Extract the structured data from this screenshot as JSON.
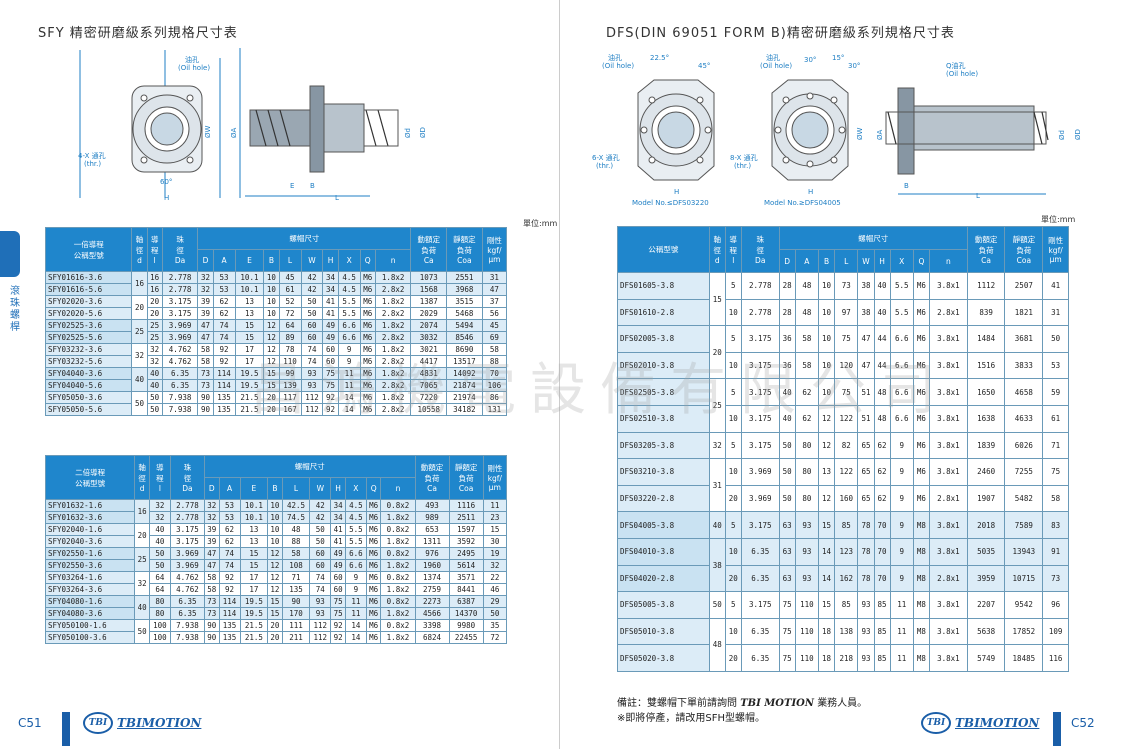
{
  "left": {
    "title": "SFY 精密研磨級系列規格尺寸表",
    "unit": "單位:mm",
    "page_number": "C51",
    "side_label": "滾珠螺桿",
    "drawing_labels": {
      "oil_hole": "油孔",
      "oil_hole_en": "(Oil hole)",
      "holes": "4-X 通孔",
      "holes_en": "(thr.)",
      "angle": "60°",
      "H": "H",
      "D": "D",
      "E": "E",
      "B": "B",
      "L": "L",
      "A": "ØA",
      "W": "ØW",
      "d": "Ød",
      "Dd": "ØD"
    },
    "table1": {
      "headers": [
        "一倍導程\n公稱型號",
        "軸\n徑\nd",
        "導\n程\nl",
        "珠\n徑\nDa",
        "螺帽尺寸",
        "動額定\n負荷\nCa",
        "靜額定\n負荷\nCoa",
        "剛性\nkgf/\nμm"
      ],
      "sub_headers": [
        "D",
        "A",
        "E",
        "B",
        "L",
        "W",
        "H",
        "X",
        "Q",
        "n"
      ],
      "rows": [
        [
          "SFY01616-3.6",
          "16",
          "16",
          "2.778",
          "32",
          "53",
          "10.1",
          "10",
          "45",
          "42",
          "34",
          "4.5",
          "M6",
          "1.8x2",
          "1073",
          "2551",
          "31"
        ],
        [
          "SFY01616-5.6",
          "",
          "16",
          "2.778",
          "32",
          "53",
          "10.1",
          "10",
          "61",
          "42",
          "34",
          "4.5",
          "M6",
          "2.8x2",
          "1568",
          "3968",
          "47"
        ],
        [
          "SFY02020-3.6",
          "20",
          "20",
          "3.175",
          "39",
          "62",
          "13",
          "10",
          "52",
          "50",
          "41",
          "5.5",
          "M6",
          "1.8x2",
          "1387",
          "3515",
          "37"
        ],
        [
          "SFY02020-5.6",
          "",
          "20",
          "3.175",
          "39",
          "62",
          "13",
          "10",
          "72",
          "50",
          "41",
          "5.5",
          "M6",
          "2.8x2",
          "2029",
          "5468",
          "56"
        ],
        [
          "SFY02525-3.6",
          "25",
          "25",
          "3.969",
          "47",
          "74",
          "15",
          "12",
          "64",
          "60",
          "49",
          "6.6",
          "M6",
          "1.8x2",
          "2074",
          "5494",
          "45"
        ],
        [
          "SFY02525-5.6",
          "",
          "25",
          "3.969",
          "47",
          "74",
          "15",
          "12",
          "89",
          "60",
          "49",
          "6.6",
          "M6",
          "2.8x2",
          "3032",
          "8546",
          "69"
        ],
        [
          "SFY03232-3.6",
          "32",
          "32",
          "4.762",
          "58",
          "92",
          "17",
          "12",
          "78",
          "74",
          "60",
          "9",
          "M6",
          "1.8x2",
          "3021",
          "8690",
          "58"
        ],
        [
          "SFY03232-5.6",
          "",
          "32",
          "4.762",
          "58",
          "92",
          "17",
          "12",
          "110",
          "74",
          "60",
          "9",
          "M6",
          "2.8x2",
          "4417",
          "13517",
          "88"
        ],
        [
          "SFY04040-3.6",
          "40",
          "40",
          "6.35",
          "73",
          "114",
          "19.5",
          "15",
          "99",
          "93",
          "75",
          "11",
          "M6",
          "1.8x2",
          "4831",
          "14092",
          "70"
        ],
        [
          "SFY04040-5.6",
          "",
          "40",
          "6.35",
          "73",
          "114",
          "19.5",
          "15",
          "139",
          "93",
          "75",
          "11",
          "M6",
          "2.8x2",
          "7065",
          "21874",
          "106"
        ],
        [
          "SFY05050-3.6",
          "50",
          "50",
          "7.938",
          "90",
          "135",
          "21.5",
          "20",
          "117",
          "112",
          "92",
          "14",
          "M6",
          "1.8x2",
          "7220",
          "21974",
          "86"
        ],
        [
          "SFY05050-5.6",
          "",
          "50",
          "7.938",
          "90",
          "135",
          "21.5",
          "20",
          "167",
          "112",
          "92",
          "14",
          "M6",
          "2.8x2",
          "10558",
          "34182",
          "131"
        ]
      ]
    },
    "table2": {
      "headers": [
        "二倍導程\n公稱型號",
        "軸\n徑\nd",
        "導\n程\nl",
        "珠\n徑\nDa",
        "螺帽尺寸",
        "動額定\n負荷\nCa",
        "靜額定\n負荷\nCoa",
        "剛性\nkgf/\nμm"
      ],
      "sub_headers": [
        "D",
        "A",
        "E",
        "B",
        "L",
        "W",
        "H",
        "X",
        "Q",
        "n"
      ],
      "rows": [
        [
          "SFY01632-1.6",
          "16",
          "32",
          "2.778",
          "32",
          "53",
          "10.1",
          "10",
          "42.5",
          "42",
          "34",
          "4.5",
          "M6",
          "0.8x2",
          "493",
          "1116",
          "11"
        ],
        [
          "SFY01632-3.6",
          "",
          "32",
          "2.778",
          "32",
          "53",
          "10.1",
          "10",
          "74.5",
          "42",
          "34",
          "4.5",
          "M6",
          "1.8x2",
          "989",
          "2511",
          "23"
        ],
        [
          "SFY02040-1.6",
          "20",
          "40",
          "3.175",
          "39",
          "62",
          "13",
          "10",
          "48",
          "50",
          "41",
          "5.5",
          "M6",
          "0.8x2",
          "653",
          "1597",
          "15"
        ],
        [
          "SFY02040-3.6",
          "",
          "40",
          "3.175",
          "39",
          "62",
          "13",
          "10",
          "88",
          "50",
          "41",
          "5.5",
          "M6",
          "1.8x2",
          "1311",
          "3592",
          "30"
        ],
        [
          "SFY02550-1.6",
          "25",
          "50",
          "3.969",
          "47",
          "74",
          "15",
          "12",
          "58",
          "60",
          "49",
          "6.6",
          "M6",
          "0.8x2",
          "976",
          "2495",
          "19"
        ],
        [
          "SFY02550-3.6",
          "",
          "50",
          "3.969",
          "47",
          "74",
          "15",
          "12",
          "108",
          "60",
          "49",
          "6.6",
          "M6",
          "1.8x2",
          "1960",
          "5614",
          "32"
        ],
        [
          "SFY03264-1.6",
          "32",
          "64",
          "4.762",
          "58",
          "92",
          "17",
          "12",
          "71",
          "74",
          "60",
          "9",
          "M6",
          "0.8x2",
          "1374",
          "3571",
          "22"
        ],
        [
          "SFY03264-3.6",
          "",
          "64",
          "4.762",
          "58",
          "92",
          "17",
          "12",
          "135",
          "74",
          "60",
          "9",
          "M6",
          "1.8x2",
          "2759",
          "8441",
          "46"
        ],
        [
          "SFY04080-1.6",
          "40",
          "80",
          "6.35",
          "73",
          "114",
          "19.5",
          "15",
          "90",
          "93",
          "75",
          "11",
          "M6",
          "0.8x2",
          "2273",
          "6387",
          "29"
        ],
        [
          "SFY04080-3.6",
          "",
          "80",
          "6.35",
          "73",
          "114",
          "19.5",
          "15",
          "170",
          "93",
          "75",
          "11",
          "M6",
          "1.8x2",
          "4566",
          "14370",
          "50"
        ],
        [
          "SFY050100-1.6",
          "50",
          "100",
          "7.938",
          "90",
          "135",
          "21.5",
          "20",
          "111",
          "112",
          "92",
          "14",
          "M6",
          "0.8x2",
          "3398",
          "9980",
          "35"
        ],
        [
          "SFY050100-3.6",
          "",
          "100",
          "7.938",
          "90",
          "135",
          "21.5",
          "20",
          "211",
          "112",
          "92",
          "14",
          "M6",
          "1.8x2",
          "6824",
          "22455",
          "72"
        ]
      ]
    }
  },
  "right": {
    "title": "DFS(DIN 69051 FORM B)精密研磨級系列規格尺寸表",
    "unit": "單位:mm",
    "page_number": "C52",
    "drawing_labels": {
      "oil_hole": "油孔",
      "oil_hole_en": "(Oil hole)",
      "q_oil_hole": "Q油孔",
      "holes6": "6-X 通孔",
      "holes8": "8-X 通孔",
      "thr": "(thr.)",
      "a1": "22.5°",
      "a2": "45°",
      "a3": "30°",
      "a4": "15°",
      "a5": "30°",
      "model1": "Model No.≤DFS03220",
      "model2": "Model No.≥DFS04005",
      "H": "H",
      "B": "B",
      "L": "L",
      "A": "ØA",
      "W": "ØW",
      "d": "Ød",
      "D": "ØD"
    },
    "table": {
      "headers": [
        "公稱型號",
        "軸\n徑\nd",
        "導\n程\nl",
        "珠\n徑\nDa",
        "螺帽尺寸",
        "動額定\n負荷\nCa",
        "靜額定\n負荷\nCoa",
        "剛性\nkgf/\nμm"
      ],
      "sub_headers": [
        "D",
        "A",
        "B",
        "L",
        "W",
        "H",
        "X",
        "Q",
        "n"
      ],
      "rows": [
        [
          "DFS01605-3.8",
          "15",
          "5",
          "2.778",
          "28",
          "48",
          "10",
          "73",
          "38",
          "40",
          "5.5",
          "M6",
          "3.8x1",
          "1112",
          "2507",
          "41"
        ],
        [
          "DFS01610-2.8",
          "",
          "10",
          "2.778",
          "28",
          "48",
          "10",
          "97",
          "38",
          "40",
          "5.5",
          "M6",
          "2.8x1",
          "839",
          "1821",
          "31"
        ],
        [
          "DFS02005-3.8",
          "20",
          "5",
          "3.175",
          "36",
          "58",
          "10",
          "75",
          "47",
          "44",
          "6.6",
          "M6",
          "3.8x1",
          "1484",
          "3681",
          "50"
        ],
        [
          "DFS02010-3.8",
          "",
          "10",
          "3.175",
          "36",
          "58",
          "10",
          "120",
          "47",
          "44",
          "6.6",
          "M6",
          "3.8x1",
          "1516",
          "3833",
          "53"
        ],
        [
          "DFS02505-3.8",
          "25",
          "5",
          "3.175",
          "40",
          "62",
          "10",
          "75",
          "51",
          "48",
          "6.6",
          "M6",
          "3.8x1",
          "1650",
          "4658",
          "59"
        ],
        [
          "DFS02510-3.8",
          "",
          "10",
          "3.175",
          "40",
          "62",
          "12",
          "122",
          "51",
          "48",
          "6.6",
          "M6",
          "3.8x1",
          "1638",
          "4633",
          "61"
        ],
        [
          "DFS03205-3.8",
          "32",
          "5",
          "3.175",
          "50",
          "80",
          "12",
          "82",
          "65",
          "62",
          "9",
          "M6",
          "3.8x1",
          "1839",
          "6026",
          "71"
        ],
        [
          "DFS03210-3.8",
          "31",
          "10",
          "3.969",
          "50",
          "80",
          "13",
          "122",
          "65",
          "62",
          "9",
          "M6",
          "3.8x1",
          "2460",
          "7255",
          "75"
        ],
        [
          "DFS03220-2.8",
          "",
          "20",
          "3.969",
          "50",
          "80",
          "12",
          "160",
          "65",
          "62",
          "9",
          "M6",
          "2.8x1",
          "1907",
          "5482",
          "58"
        ],
        [
          "DFS04005-3.8",
          "40",
          "5",
          "3.175",
          "63",
          "93",
          "15",
          "85",
          "78",
          "70",
          "9",
          "M8",
          "3.8x1",
          "2018",
          "7589",
          "83"
        ],
        [
          "DFS04010-3.8",
          "38",
          "10",
          "6.35",
          "63",
          "93",
          "14",
          "123",
          "78",
          "70",
          "9",
          "M8",
          "3.8x1",
          "5035",
          "13943",
          "91"
        ],
        [
          "DFS04020-2.8",
          "",
          "20",
          "6.35",
          "63",
          "93",
          "14",
          "162",
          "78",
          "70",
          "9",
          "M8",
          "2.8x1",
          "3959",
          "10715",
          "73"
        ],
        [
          "DFS05005-3.8",
          "50",
          "5",
          "3.175",
          "75",
          "110",
          "15",
          "85",
          "93",
          "85",
          "11",
          "M8",
          "3.8x1",
          "2207",
          "9542",
          "96"
        ],
        [
          "DFS05010-3.8",
          "48",
          "10",
          "6.35",
          "75",
          "110",
          "18",
          "138",
          "93",
          "85",
          "11",
          "M8",
          "3.8x1",
          "5638",
          "17852",
          "109"
        ],
        [
          "DFS05020-3.8",
          "",
          "20",
          "6.35",
          "75",
          "110",
          "18",
          "218",
          "93",
          "85",
          "11",
          "M8",
          "3.8x1",
          "5749",
          "18485",
          "116"
        ]
      ]
    },
    "note1_prefix": "備註：雙螺帽下單前請詢問",
    "note1_brand": "TBI MOTION",
    "note1_suffix": "業務人員。",
    "note2": "※即將停產，請改用SFH型螺帽。"
  },
  "logo": {
    "badge": "TBI",
    "name": "TBIMOTION"
  },
  "watermark": "昌鴻機電設備有限公司",
  "colors": {
    "header_blue": "#1f86cc",
    "row_tint": "#dcecf7",
    "brand_blue": "#1a5ea8"
  }
}
